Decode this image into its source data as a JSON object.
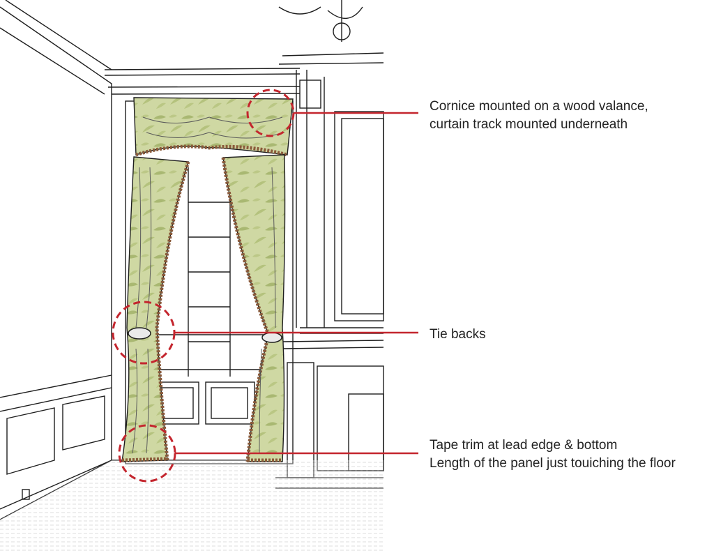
{
  "colors": {
    "callout": "#c4262e",
    "fabric": "#c9d39a",
    "fabric_dark": "#9fae6a",
    "trim": "#8a5a3a",
    "ink": "#1e1e1e"
  },
  "annotations": [
    {
      "id": "cornice",
      "lines": [
        "Cornice mounted on a wood valance,",
        "curtain track mounted underneath"
      ]
    },
    {
      "id": "tie-backs",
      "lines": [
        "Tie backs"
      ]
    },
    {
      "id": "tape-trim",
      "lines": [
        "Tape trim at lead edge & bottom",
        "Length of the panel just touiching the floor"
      ]
    }
  ]
}
